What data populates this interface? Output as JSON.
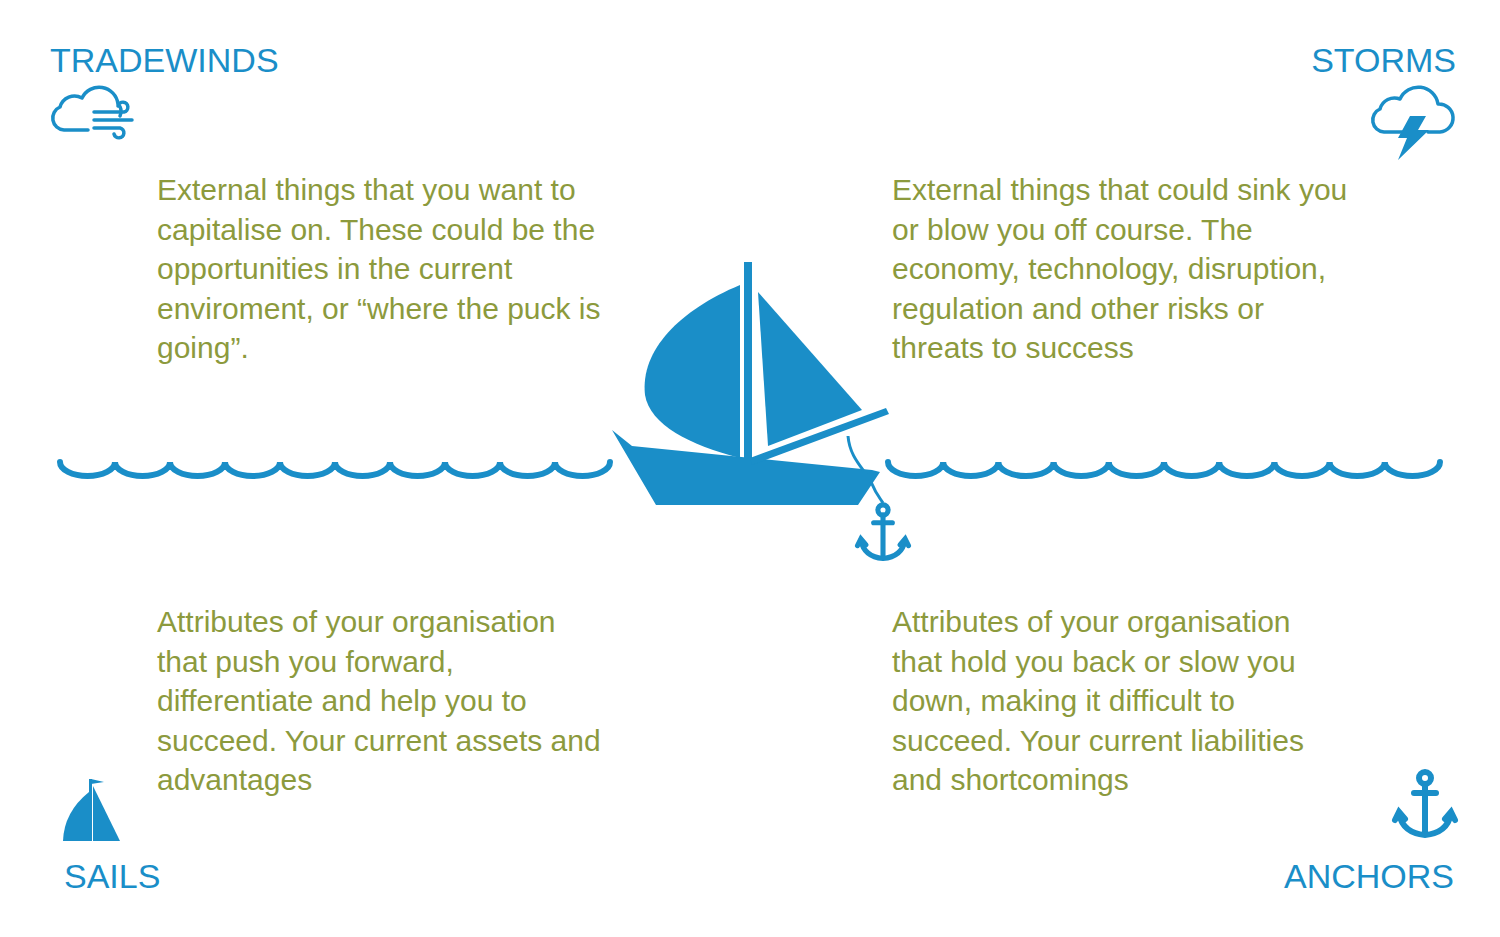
{
  "diagram": {
    "labels": [
      "TRADEWINDS",
      "STORMS",
      "External things that you want to capitalise on. These could be the opportunities in the current enviroment, or “where the puck is going”.",
      "External things that could sink you or blow you off course. The economy, technology, disruption, regulation and other risks or threats to success",
      "Attributes of your organisation that push you forward, differentiate and help you to succeed. Your current assets and advantages",
      "Attributes of your organisation that hold you back or slow you down, making it difficult to succeed. Your current liabilities and shortcomings",
      "SAILS",
      "ANCHORS"
    ]
  }
}
